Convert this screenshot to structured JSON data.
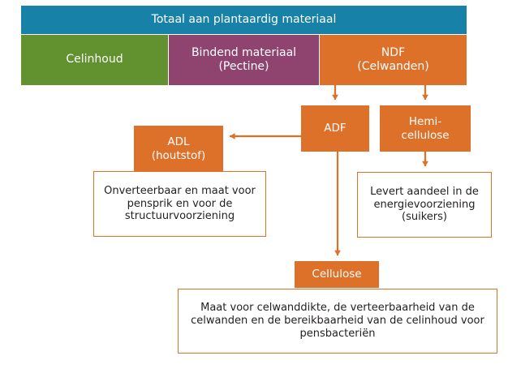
{
  "diagram": {
    "title": "Totaal aan plantaardig materiaal",
    "colors": {
      "blue": "#1781A8",
      "green": "#629130",
      "purple": "#8F4470",
      "orange": "#DE712A",
      "text_dark": "#231f20",
      "text_light": "#ffffff",
      "background": "#ffffff"
    },
    "top_bar": {
      "label": "Totaal aan plantaardig materiaal"
    },
    "fractions": [
      {
        "label": "Celinhoud",
        "color": "#629130"
      },
      {
        "label": "Bindend materiaal\n(Pectine)",
        "line1": "Bindend materiaal",
        "line2": "(Pectine)",
        "color": "#8F4470"
      },
      {
        "label": "NDF\n(Celwanden)",
        "line1": "NDF",
        "line2": "(Celwanden)",
        "color": "#DE712A"
      }
    ],
    "nodes": {
      "adf": {
        "label": "ADF"
      },
      "hemicellulose": {
        "line1": "Hemi-",
        "line2": "cellulose"
      },
      "adl": {
        "line1": "ADL",
        "line2": "(houtstof)"
      },
      "cellulose": {
        "label": "Cellulose"
      }
    },
    "descriptions": {
      "adl": "Onverteerbaar en maat voor pensprik en voor de structuurvoorziening",
      "hemicellulose": "Levert aandeel in de energievoorziening (suikers)",
      "cellulose": "Maat voor celwanddikte, de verteerbaarheid van de celwanden en de bereikbaarheid van de celinhoud voor pensbacteriën"
    },
    "arrows": [
      {
        "from": "NDF (Celwanden)",
        "to": "ADF"
      },
      {
        "from": "NDF (Celwanden)",
        "to": "Hemi-cellulose"
      },
      {
        "from": "ADF",
        "to": "ADL (houtstof)"
      },
      {
        "from": "ADF",
        "to": "Cellulose"
      },
      {
        "from": "Hemi-cellulose",
        "to": "Levert aandeel in de energievoorziening (suikers)"
      }
    ]
  }
}
